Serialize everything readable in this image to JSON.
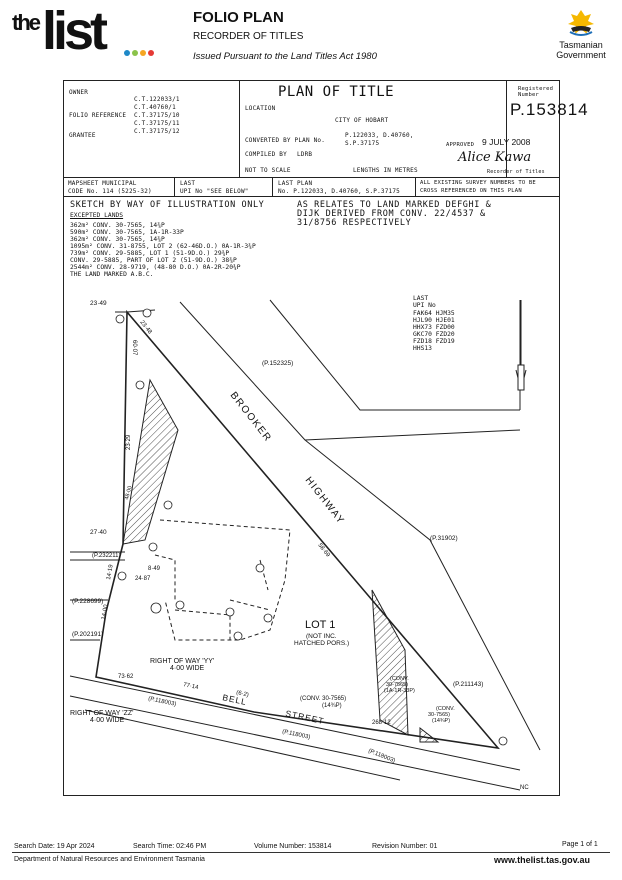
{
  "header": {
    "logo_the": "the",
    "logo_list": "list",
    "title": "FOLIO PLAN",
    "subtitle": "RECORDER OF TITLES",
    "issued": "Issued Pursuant to the Land Titles Act 1980",
    "gov_line1": "Tasmanian",
    "gov_line2": "Government"
  },
  "plan_box": {
    "owner_label": "OWNER",
    "folio_ref_label": "FOLIO REFERENCE",
    "grantee_label": "GRANTEE",
    "folio_refs": [
      "C.T.122033/1",
      "C.T.40760/1",
      "C.T.37175/10",
      "C.T.37175/11",
      "C.T.37175/12"
    ],
    "plan_title": "PLAN OF TITLE",
    "location_label": "LOCATION",
    "location_value": "CITY OF HOBART",
    "converted_label": "CONVERTED BY PLAN No.",
    "converted_value_1": "P.122033, D.40760,",
    "converted_value_2": "S.P.37175",
    "compiled_label": "COMPILED BY",
    "compiled_value": "LDRB",
    "not_to_scale": "NOT TO SCALE",
    "lengths": "LENGTHS IN METRES",
    "registered_label": "Registered Number",
    "registered_number": "P.153814",
    "approved_label": "APPROVED",
    "approved_date": "9 JULY 2008",
    "signature": "Alice Kawa",
    "recorder_label": "Recorder of Titles",
    "mapsheet_label_1": "MAPSHEET MUNICIPAL",
    "mapsheet_label_2": "CODE No. 114 (5225-32)",
    "last_upi_label_1": "LAST",
    "last_upi_label_2": "UPI No \"SEE BELOW\"",
    "last_plan_label_1": "LAST PLAN",
    "last_plan_label_2": "No. P.122033, D.40760, S.P.37175",
    "all_existing_1": "ALL EXISTING SURVEY NUMBERS TO BE",
    "all_existing_2": "CROSS REFERENCED ON THIS PLAN"
  },
  "sketch": {
    "line1": "SKETCH BY WAY OF ILLUSTRATION ONLY",
    "line1b": "AS RELATES TO LAND MARKED DEFGHI &",
    "line2": "DIJK DERIVED FROM CONV. 22/4537 &",
    "line3": "31/8756 RESPECTIVELY",
    "excepted": "EXCEPTED LANDS",
    "notes": [
      "362m² CONV. 30-7565, 14¾P",
      "590m² CONV. 30-7565, 1A-1R-33P",
      "362m² CONV. 30-7565, 14¾P",
      "1095m² CONV. 31-8755, LOT 2 (62-46D.O.) 0A-1R-3¾P",
      "739m² CONV. 29-5885, LOT 1 (51-9D.O.) 29¾P",
      "CONV. 29-5885, PART OF LOT 2 (51-9D.O.) 38¾P",
      "2544m² CONV. 28-9719, (48-80 D.O.) 0A-2R-20¾P",
      "THE LAND MARKED A.B.C."
    ],
    "last_upi_title": "LAST",
    "last_upi_sub": "UPI No",
    "last_upis": [
      "FAK64 HJM35",
      "HJL90 HJE01",
      "HHX73 FZD00",
      "GKC70 FZD20",
      "FZD18 FZD19",
      "HHS13"
    ]
  },
  "map_labels": {
    "road1a": "BROOKER",
    "road1b": "HIGHWAY",
    "road2a": "BELL",
    "road2b": "STREET",
    "lot": "LOT 1",
    "lot_sub1": "(NOT INC.",
    "lot_sub2": "HATCHED PORS.)",
    "p152325": "(P.152325)",
    "p31902": "(P.31902)",
    "p211143": "(P.211143)",
    "p232211": "(P.232211)",
    "p228699": "(P.228699)",
    "p202191": "(P.202191)",
    "p118003a": "(P.118003)",
    "p118003b": "(P.118003)",
    "p118003c": "(P.118003)",
    "row_yy1": "RIGHT OF WAY 'YY'",
    "row_yy2": "4·00 WIDE",
    "row_zz1": "RIGHT OF WAY 'ZZ'",
    "row_zz2": "4·00 WIDE",
    "conv1a": "(CONV. 30-7565)",
    "conv1b": "(14¾P)",
    "conv2a": "(CONV.",
    "conv2b": "30-7565)",
    "conv2c": "(1A-1R-33P)",
    "conv3a": "(CONV.",
    "conv3b": "30-7565)",
    "conv3c": "(14¾P)",
    "d2349": "23·49",
    "d2348": "23·48",
    "d6007": "60·07",
    "d2329": "23·29",
    "d2740": "27·40",
    "d849": "8·49",
    "d2487": "24·87",
    "d5869": "58·69",
    "d1419": "14·19",
    "d14": "14·00",
    "d7362": "73·62",
    "d7714": "77·14",
    "d62": "(6·2)",
    "d26812": "268·12",
    "d4000": "48·00",
    "nc": "NC"
  },
  "footer": {
    "search_date": "Search Date: 19 Apr 2024",
    "search_time": "Search Time: 02:46 PM",
    "volume": "Volume Number: 153814",
    "revision": "Revision Number: 01",
    "page": "Page 1 of 1",
    "dept": "Department of Natural Resources and Environment Tasmania",
    "website": "www.thelist.tas.gov.au"
  },
  "colors": {
    "logo_dot_1": "#1e88c7",
    "logo_dot_2": "#8bc34a",
    "logo_dot_3": "#f5a623",
    "logo_dot_4": "#e53935"
  }
}
